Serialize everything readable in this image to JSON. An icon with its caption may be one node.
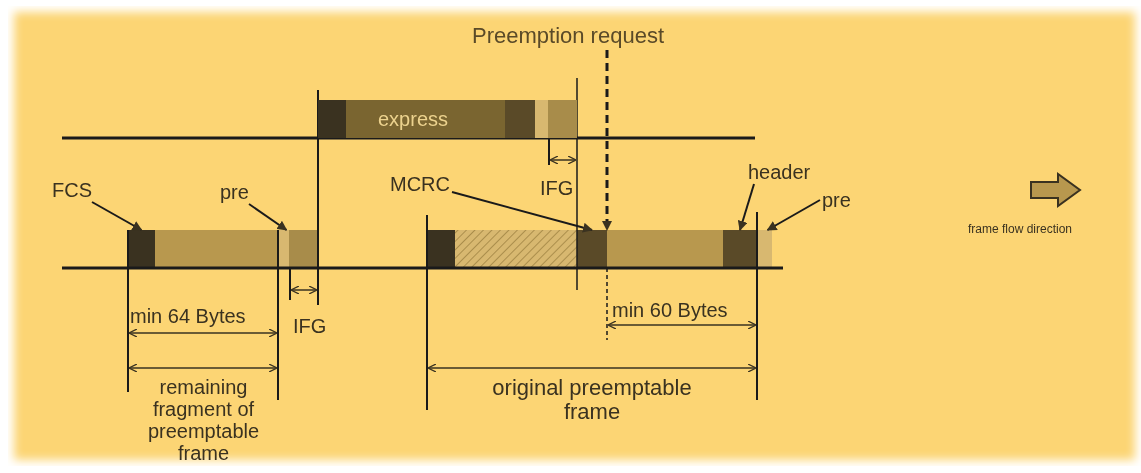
{
  "diagram": {
    "nodes": [
      {
        "text": [
          "Preemption request"
        ]
      },
      {
        "text": [
          "express"
        ]
      },
      {
        "text": [
          "FCS"
        ]
      },
      {
        "text": [],
        "shape": "box"
      },
      {
        "text": [
          "pre"
        ]
      },
      {
        "text": [],
        "shape": "box"
      },
      {
        "text": [
          "MCRC"
        ]
      },
      {
        "text": [],
        "shape": "box"
      },
      {
        "text": [
          "header"
        ]
      },
      {
        "text": [],
        "shape": "box"
      },
      {
        "text": [
          "pre"
        ]
      },
      {
        "text": [],
        "shape": "box"
      }
    ],
    "edges": [
      {
        "from": 0,
        "to": 7,
        "arrow": "to",
        "style": "dashed"
      },
      {
        "from": 2,
        "to": 3,
        "arrow": "to"
      },
      {
        "from": 4,
        "to": 5,
        "arrow": "to"
      },
      {
        "from": 6,
        "to": 7,
        "arrow": "to"
      },
      {
        "from": 8,
        "to": 9,
        "arrow": "to"
      },
      {
        "from": 10,
        "to": 11,
        "arrow": "to"
      }
    ],
    "labels": [
      "IFG",
      "min 64 Bytes",
      "IFG",
      "min 60 Bytes",
      "remaining fragment of preemptable frame",
      "original preemptable frame",
      "frame flow direction"
    ]
  }
}
